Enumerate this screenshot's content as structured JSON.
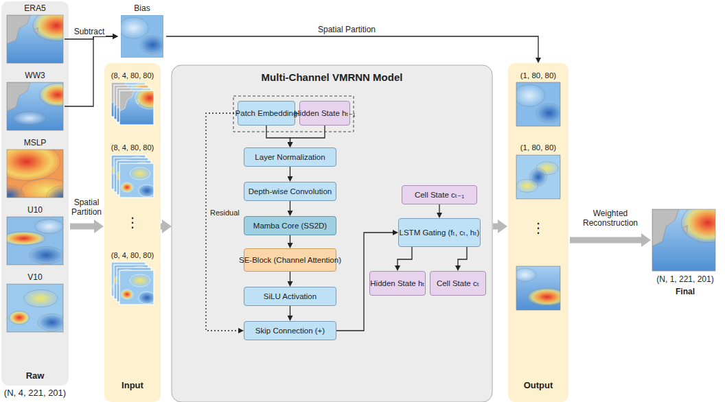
{
  "diagram": {
    "nodes": [
      {
        "text": [
          "Raw",
          "(N, 4, 221, 201)"
        ]
      },
      {
        "text": [
          "ERA5"
        ],
        "in": 0
      },
      {
        "text": [
          "WW3"
        ],
        "in": 0
      },
      {
        "text": [
          "MSLP"
        ],
        "in": 0
      },
      {
        "text": [
          "U10"
        ],
        "in": 0
      },
      {
        "text": [
          "V10"
        ],
        "in": 0
      },
      {
        "text": [
          "Bias"
        ]
      },
      {
        "text": [
          "Input"
        ]
      },
      {
        "text": [
          "Multi-Channel VMRNN Model"
        ]
      },
      {
        "text": [
          "Patch Embedding"
        ],
        "in": 8
      },
      {
        "text": [
          "Hidden State hₜ₋₁"
        ],
        "in": 8
      },
      {
        "text": [
          "Layer Normalization"
        ],
        "in": 8
      },
      {
        "text": [
          "Depth-wise Convolution"
        ],
        "in": 8
      },
      {
        "text": [
          "Mamba Core (SS2D)"
        ],
        "in": 8
      },
      {
        "text": [
          "SE-Block (Channel Attention)"
        ],
        "in": 8
      },
      {
        "text": [
          "SiLU Activation"
        ],
        "in": 8
      },
      {
        "text": [
          "Skip Connection (+)"
        ],
        "in": 8
      },
      {
        "text": [
          "Cell State cₜ₋₁"
        ],
        "in": 8
      },
      {
        "text": [
          "LSTM Gating (fₜ, cₜ, hₜ)"
        ],
        "in": 8
      },
      {
        "text": [
          "Hidden State hₜ"
        ],
        "in": 8
      },
      {
        "text": [
          "Cell State cₜ"
        ],
        "in": 8
      },
      {
        "text": [
          "Output"
        ]
      },
      {
        "text": [
          "(N, 1, 221, 201)",
          "Final"
        ]
      }
    ],
    "edges": [
      {
        "from": 1,
        "to": 6,
        "arrow": "to",
        "label": "Subtract"
      },
      {
        "from": 2,
        "to": 6,
        "arrow": "to"
      },
      {
        "from": 6,
        "to": 21,
        "arrow": "to",
        "label": "Spatial Partition"
      },
      {
        "from": 0,
        "to": 7,
        "arrow": "to",
        "label": "Spatial Partition"
      },
      {
        "from": 7,
        "to": 8,
        "arrow": "to"
      },
      {
        "from": 8,
        "to": 21,
        "arrow": "to"
      },
      {
        "from": 21,
        "to": 22,
        "arrow": "to",
        "label": "Weighted Reconstruction"
      },
      {
        "from": 9,
        "to": 11,
        "arrow": "to"
      },
      {
        "from": 10,
        "to": 11,
        "arrow": "to"
      },
      {
        "from": 11,
        "to": 12,
        "arrow": "to"
      },
      {
        "from": 12,
        "to": 13,
        "arrow": "to"
      },
      {
        "from": 13,
        "to": 14,
        "arrow": "to"
      },
      {
        "from": 14,
        "to": 15,
        "arrow": "to"
      },
      {
        "from": 15,
        "to": 16,
        "arrow": "to"
      },
      {
        "from": 9,
        "to": 16,
        "arrow": "to",
        "label": "Residual"
      },
      {
        "from": 16,
        "to": 18,
        "arrow": "to"
      },
      {
        "from": 17,
        "to": 18,
        "arrow": "to"
      },
      {
        "from": 18,
        "to": 19,
        "arrow": "to"
      },
      {
        "from": 18,
        "to": 20,
        "arrow": "to"
      }
    ],
    "labels": [
      "(8, 4, 80, 80)",
      "(8, 4, 80, 80)",
      "(8, 4, 80, 80)",
      "⋮",
      "(1, 80, 80)",
      "(1, 80, 80)",
      "⋮"
    ]
  }
}
